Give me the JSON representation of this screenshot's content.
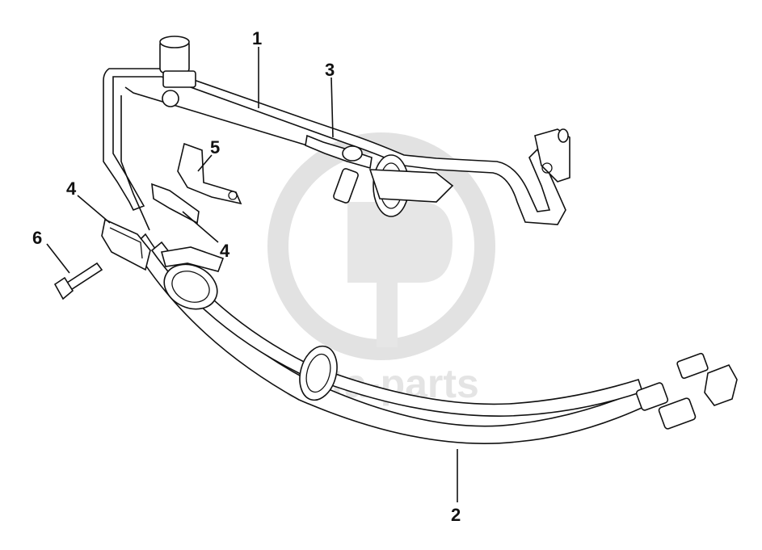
{
  "watermark": {
    "text": "data-parts"
  },
  "callouts": [
    {
      "id": "1",
      "label": "1"
    },
    {
      "id": "2",
      "label": "2"
    },
    {
      "id": "3",
      "label": "3"
    },
    {
      "id": "4a",
      "label": "4"
    },
    {
      "id": "4b",
      "label": "4"
    },
    {
      "id": "5",
      "label": "5"
    },
    {
      "id": "6",
      "label": "6"
    }
  ]
}
